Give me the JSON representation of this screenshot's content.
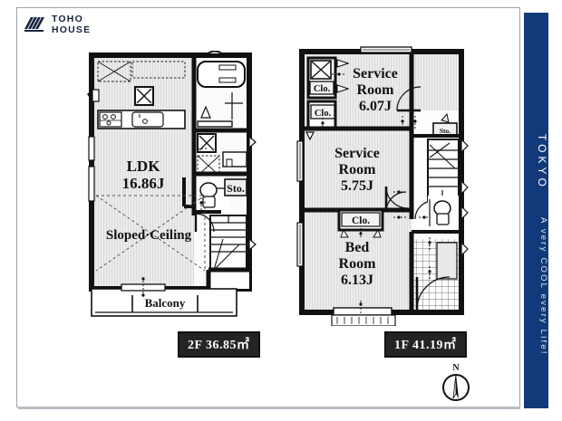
{
  "brand": {
    "logo_mark": "toho-house-logo-mark",
    "line1": "TOHO",
    "line2": "HOUSE"
  },
  "sidebar": {
    "title": "TOKYO",
    "tagline": "A very COOL every Life!",
    "color": "#123a7a"
  },
  "badges": {
    "floor2": "2F 36.85㎡",
    "floor1": "1F 41.19㎡"
  },
  "compass": {
    "label": "N",
    "name": "north-arrow"
  },
  "floor2": {
    "name": "2F",
    "area": "36.85㎡",
    "rooms": [
      {
        "id": "ldk",
        "label_line1": "LDK",
        "label_line2": "16.86J"
      },
      {
        "id": "sloped",
        "label_line1": "Sloped·Ceiling",
        "label_line2": ""
      },
      {
        "id": "balcony",
        "label_line1": "Balcony",
        "label_line2": ""
      },
      {
        "id": "sto",
        "label_line1": "Sto.",
        "label_line2": ""
      }
    ]
  },
  "floor1": {
    "name": "1F",
    "area": "41.19㎡",
    "rooms": [
      {
        "id": "service1",
        "label_line1": "Service",
        "label_line2": "Room",
        "label_line3": "6.07J"
      },
      {
        "id": "service2",
        "label_line1": "Service",
        "label_line2": "Room",
        "label_line3": "5.75J"
      },
      {
        "id": "bed",
        "label_line1": "Bed",
        "label_line2": "Room",
        "label_line3": "6.13J"
      },
      {
        "id": "clo_a",
        "label_line1": "Clo."
      },
      {
        "id": "clo_b",
        "label_line1": "Clo."
      },
      {
        "id": "clo_c",
        "label_line1": "Clo."
      },
      {
        "id": "sto",
        "label_line1": "Sto."
      }
    ]
  }
}
